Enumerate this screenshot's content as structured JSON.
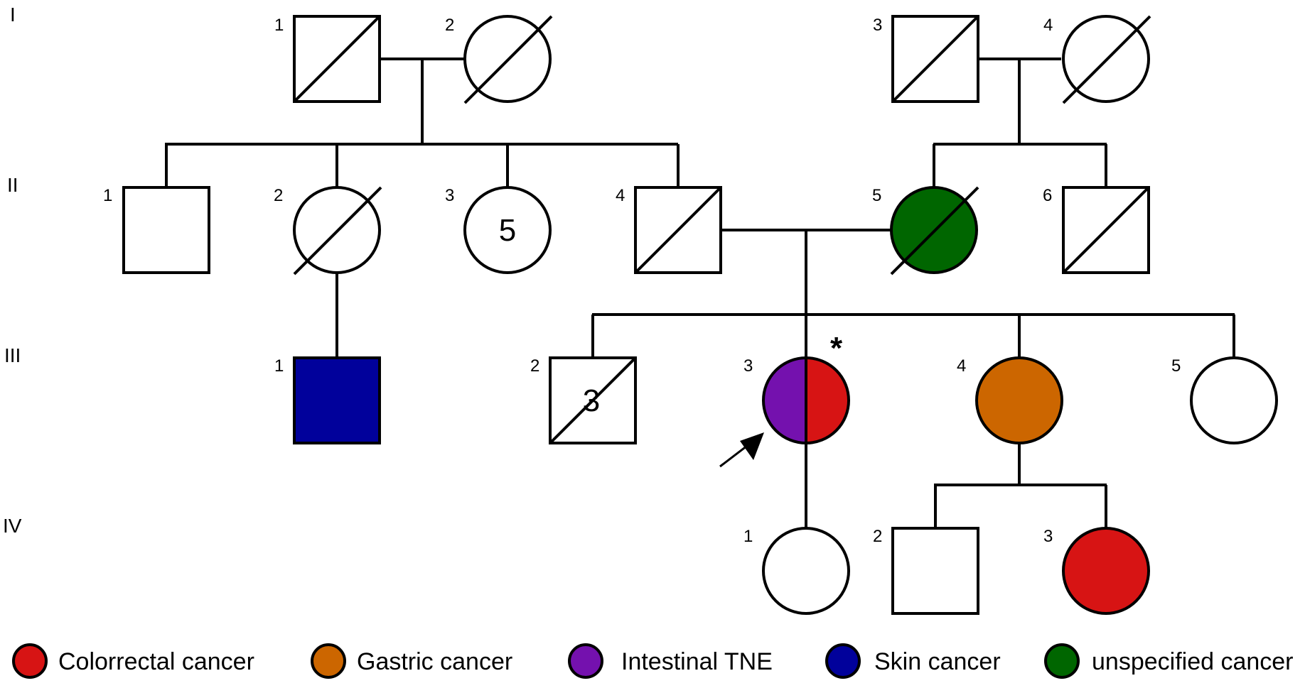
{
  "colors": {
    "colorrectal": "#d71414",
    "gastric": "#cc6600",
    "tne": "#7411ae",
    "skin": "#01019b",
    "unspecified": "#006600",
    "stroke": "#000000",
    "unaffected": "#ffffff"
  },
  "generations": [
    "I",
    "II",
    "III",
    "IV"
  ],
  "individuals": {
    "I_1": {
      "label": "1",
      "sex": "male",
      "deceased": true
    },
    "I_2": {
      "label": "2",
      "sex": "female",
      "deceased": true
    },
    "I_3": {
      "label": "3",
      "sex": "male",
      "deceased": true
    },
    "I_4": {
      "label": "4",
      "sex": "female",
      "deceased": true
    },
    "II_1": {
      "label": "1",
      "sex": "male",
      "deceased": false
    },
    "II_2": {
      "label": "2",
      "sex": "female",
      "deceased": true
    },
    "II_3": {
      "label": "3",
      "sex": "female",
      "deceased": false,
      "count": "5"
    },
    "II_4": {
      "label": "4",
      "sex": "male",
      "deceased": true
    },
    "II_5": {
      "label": "5",
      "sex": "female",
      "deceased": true,
      "condition": "unspecified"
    },
    "II_6": {
      "label": "6",
      "sex": "male",
      "deceased": true
    },
    "III_1": {
      "label": "1",
      "sex": "male",
      "deceased": false,
      "condition": "skin"
    },
    "III_2": {
      "label": "2",
      "sex": "male",
      "deceased": true,
      "count": "3"
    },
    "III_3": {
      "label": "3",
      "sex": "female",
      "deceased": false,
      "conditions": [
        "tne",
        "colorrectal"
      ],
      "proband": true,
      "asterisk": "*"
    },
    "III_4": {
      "label": "4",
      "sex": "female",
      "deceased": false,
      "condition": "gastric"
    },
    "III_5": {
      "label": "5",
      "sex": "female",
      "deceased": false
    },
    "IV_1": {
      "label": "1",
      "sex": "female",
      "deceased": false
    },
    "IV_2": {
      "label": "2",
      "sex": "male",
      "deceased": false
    },
    "IV_3": {
      "label": "3",
      "sex": "female",
      "deceased": false,
      "condition": "colorrectal"
    }
  },
  "legend": [
    {
      "key": "colorrectal",
      "label": "Colorrectal cancer"
    },
    {
      "key": "gastric",
      "label": "Gastric cancer"
    },
    {
      "key": "tne",
      "label": "Intestinal TNE"
    },
    {
      "key": "skin",
      "label": "Skin cancer"
    },
    {
      "key": "unspecified",
      "label": "unspecified cancer"
    }
  ]
}
